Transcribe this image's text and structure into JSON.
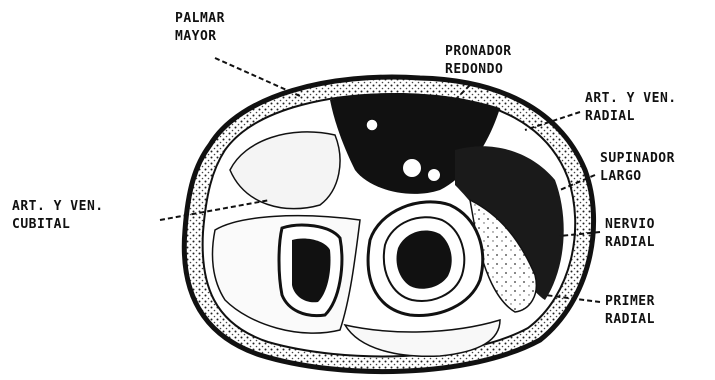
{
  "labels": {
    "palmar_mayor": [
      "PALMAR",
      "MAYOR"
    ],
    "pronador_redondo": [
      "PRONADOR",
      "REDONDO"
    ],
    "art_ven_radial": [
      "ART. Y VEN.",
      "RADIAL"
    ],
    "supinador_largo": [
      "SUPINADOR",
      "LARGO"
    ],
    "art_ven_cubital": [
      "ART. Y VEN.",
      "CUBITAL"
    ],
    "nervio_radial": [
      "NERVIO",
      "RADIAL"
    ],
    "primer_radial": [
      "PRIMER",
      "RADIAL"
    ]
  }
}
